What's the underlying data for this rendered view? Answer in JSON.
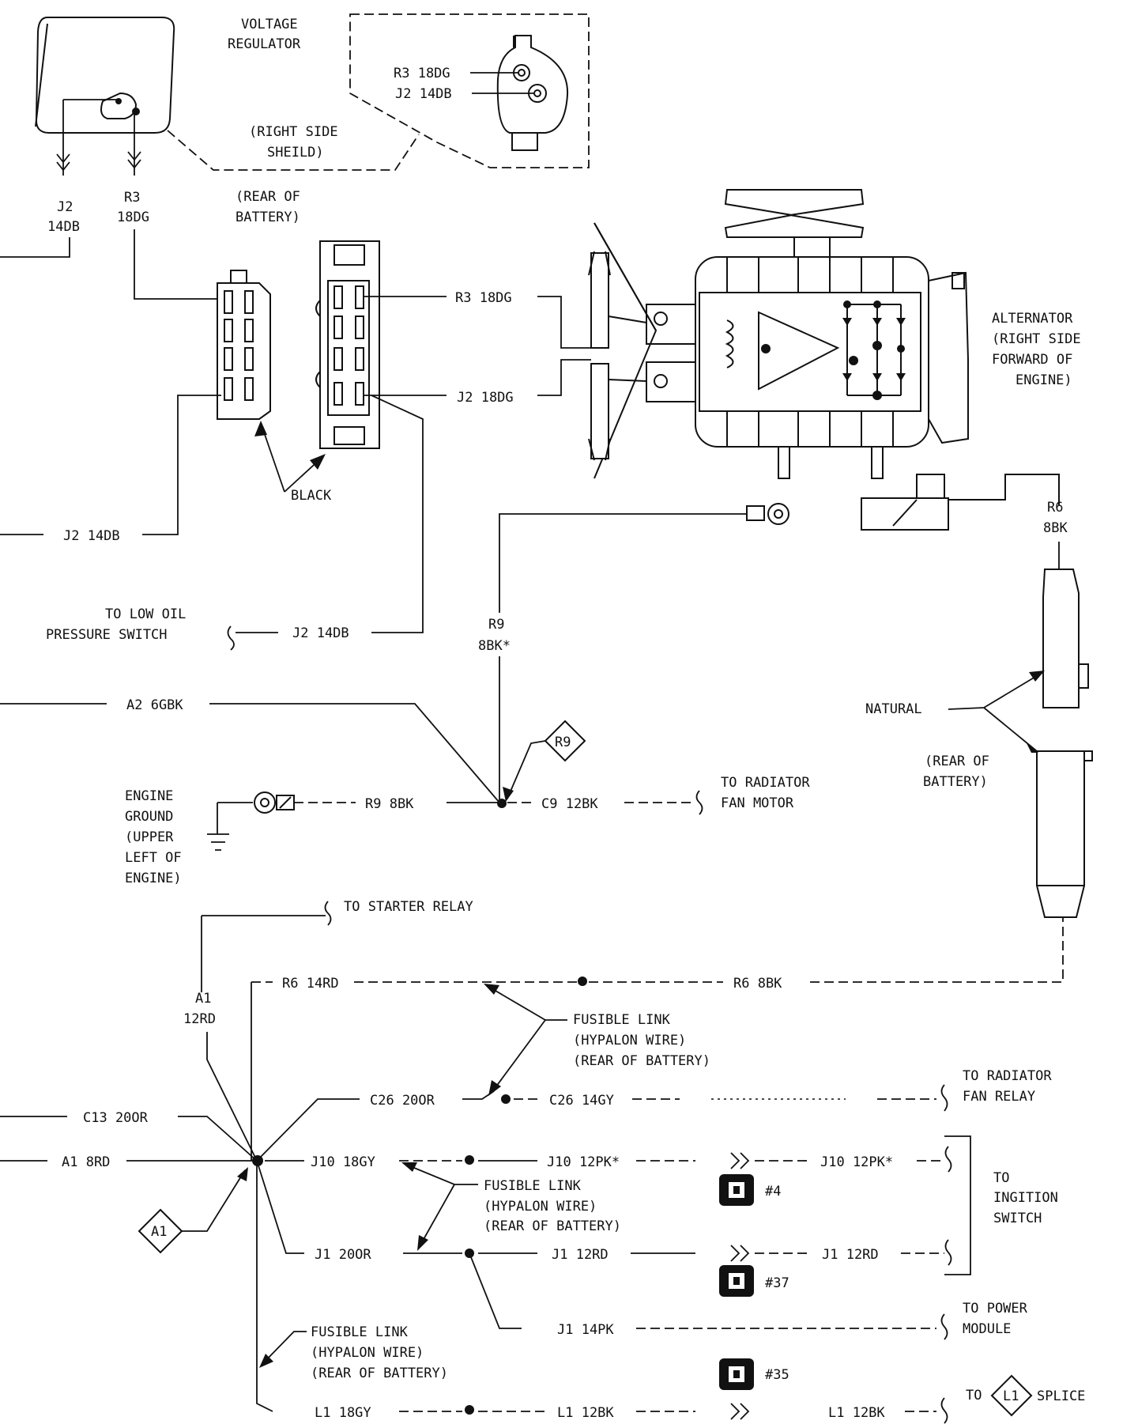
{
  "labels": {
    "voltage_regulator": [
      "VOLTAGE",
      "REGULATOR"
    ],
    "right_side_shield": [
      "(RIGHT SIDE",
      "SHEILD)"
    ],
    "reg_r3_18dg": "R3 18DG",
    "reg_j2_14db": "J2 14DB",
    "j2_left": [
      "J2",
      "14DB"
    ],
    "r3_left": [
      "R3",
      "18DG"
    ],
    "rear_of_battery_top": [
      "(REAR OF",
      "BATTERY)"
    ],
    "r3_18dg_conn": "R3 18DG",
    "j2_18dg_conn": "J2 18DG",
    "black": "BLACK",
    "j2_14db_mid": "J2 14DB",
    "to_low_oil": [
      "TO LOW OIL",
      "PRESSURE SWITCH"
    ],
    "j2_14db_low": "J2 14DB",
    "alternator": [
      "ALTERNATOR",
      "(RIGHT SIDE",
      "FORWARD OF",
      "ENGINE)"
    ],
    "r6_8bk_top": [
      "R6",
      "8BK"
    ],
    "r9_8bk_star": [
      "R9",
      "8BK*"
    ],
    "natural": "NATURAL",
    "rear_of_battery_right": [
      "(REAR OF",
      "BATTERY)"
    ],
    "a2_6gbk": "A2 6GBK",
    "r9_diamond": "R9",
    "engine_ground": [
      "ENGINE",
      "GROUND",
      "(UPPER",
      "LEFT OF",
      "ENGINE)"
    ],
    "r9_8bk": "R9 8BK",
    "c9_12bk": "C9 12BK",
    "to_radiator_fan_motor": [
      "TO RADIATOR",
      "FAN MOTOR"
    ],
    "to_starter_relay": "TO STARTER RELAY",
    "a1_12rd": [
      "A1",
      "12RD"
    ],
    "r6_14rd": "R6 14RD",
    "r6_8bk_bottom": "R6 8BK",
    "fusible_link_1": [
      "FUSIBLE LINK",
      "(HYPALON WIRE)",
      "(REAR OF BATTERY)"
    ],
    "c13_20or": "C13 20OR",
    "c26_20or": "C26 20OR",
    "c26_14gy": "C26 14GY",
    "to_radiator_fan_relay": [
      "TO RADIATOR",
      "FAN RELAY"
    ],
    "a1_8rd": "A1 8RD",
    "j10_18gy": "J10 18GY",
    "j10_12pk_a": "J10 12PK*",
    "j10_12pk_b": "J10 12PK*",
    "fusible_link_2": [
      "FUSIBLE LINK",
      "(HYPALON WIRE)",
      "(REAR OF BATTERY)"
    ],
    "badge_4": "#4",
    "to_ignition_switch": [
      "TO",
      "INGITION",
      "SWITCH"
    ],
    "a1_diamond": "A1",
    "j1_20or": "J1 20OR",
    "j1_12rd_a": "J1 12RD",
    "j1_12rd_b": "J1 12RD",
    "badge_37": "#37",
    "j1_14pk": "J1 14PK",
    "to_power_module": [
      "TO POWER",
      "MODULE"
    ],
    "fusible_link_3": [
      "FUSIBLE LINK",
      "(HYPALON WIRE)",
      "(REAR OF BATTERY)"
    ],
    "badge_35": "#35",
    "l1_18gy": "L1 18GY",
    "l1_12bk_a": "L1 12BK",
    "l1_12bk_b": "L1 12BK",
    "to_prefix": "TO",
    "l1_diamond": "L1",
    "splice": "SPLICE"
  }
}
